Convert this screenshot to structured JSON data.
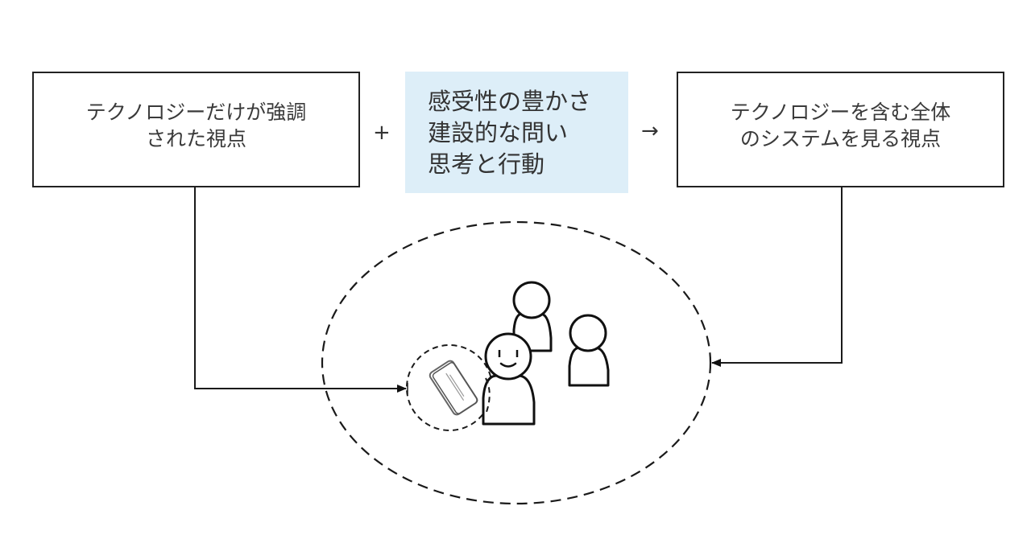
{
  "diagram": {
    "left_box": {
      "lines": [
        "テクノロジーだけが強調",
        "された視点"
      ]
    },
    "plus_operator": "+",
    "middle_box": {
      "lines": [
        "感受性の豊かさ",
        "建設的な問い",
        "思考と行動"
      ],
      "background_color": "#ddeef8"
    },
    "arrow_operator": "→",
    "right_box": {
      "lines": [
        "テクノロジーを含む全体",
        "のシステムを見る視点"
      ]
    },
    "illustration": {
      "outer_boundary": "whole-system (dashed ellipse)",
      "inner_boundary": "technology focus (dashed circle)",
      "device_icon": "smartphone-icon",
      "people": [
        {
          "name": "person-front",
          "expression": "smiling"
        },
        {
          "name": "person-back",
          "expression": "none"
        },
        {
          "name": "person-right",
          "expression": "none"
        }
      ]
    },
    "connectors": [
      {
        "from": "left_box",
        "to": "inner_boundary"
      },
      {
        "from": "right_box",
        "to": "outer_boundary"
      }
    ]
  }
}
